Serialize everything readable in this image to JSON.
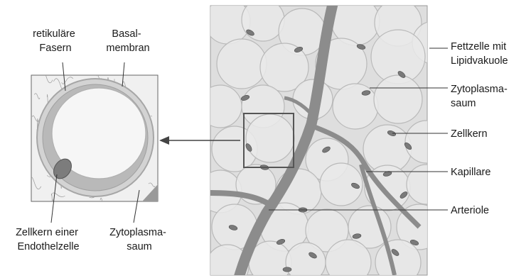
{
  "labels": {
    "retikulaere": [
      "retikuläre",
      "Fasern"
    ],
    "basal": [
      "Basal-",
      "membran"
    ],
    "zellkern_endo": [
      "Zellkern einer",
      "Endothelzelle"
    ],
    "zyto_left": [
      "Zytoplasma-",
      "saum"
    ],
    "fettzelle": [
      "Fettzelle mit",
      "Lipidvakuole"
    ],
    "zyto_right": [
      "Zytoplasma-",
      "saum"
    ],
    "zellkern": [
      "Zellkern"
    ],
    "kapillare": [
      "Kapillare"
    ],
    "arteriole": [
      "Arteriole"
    ]
  },
  "colors": {
    "cell_fill": "#e9e9e9",
    "cell_stroke": "#b9b9b9",
    "vessel": "#8c8c8c",
    "nucleus": "#7a7a7a",
    "detail_bg": "#efefef",
    "detail_membrane": "#b5b5b5",
    "detail_lumen": "#f7f7f7"
  }
}
